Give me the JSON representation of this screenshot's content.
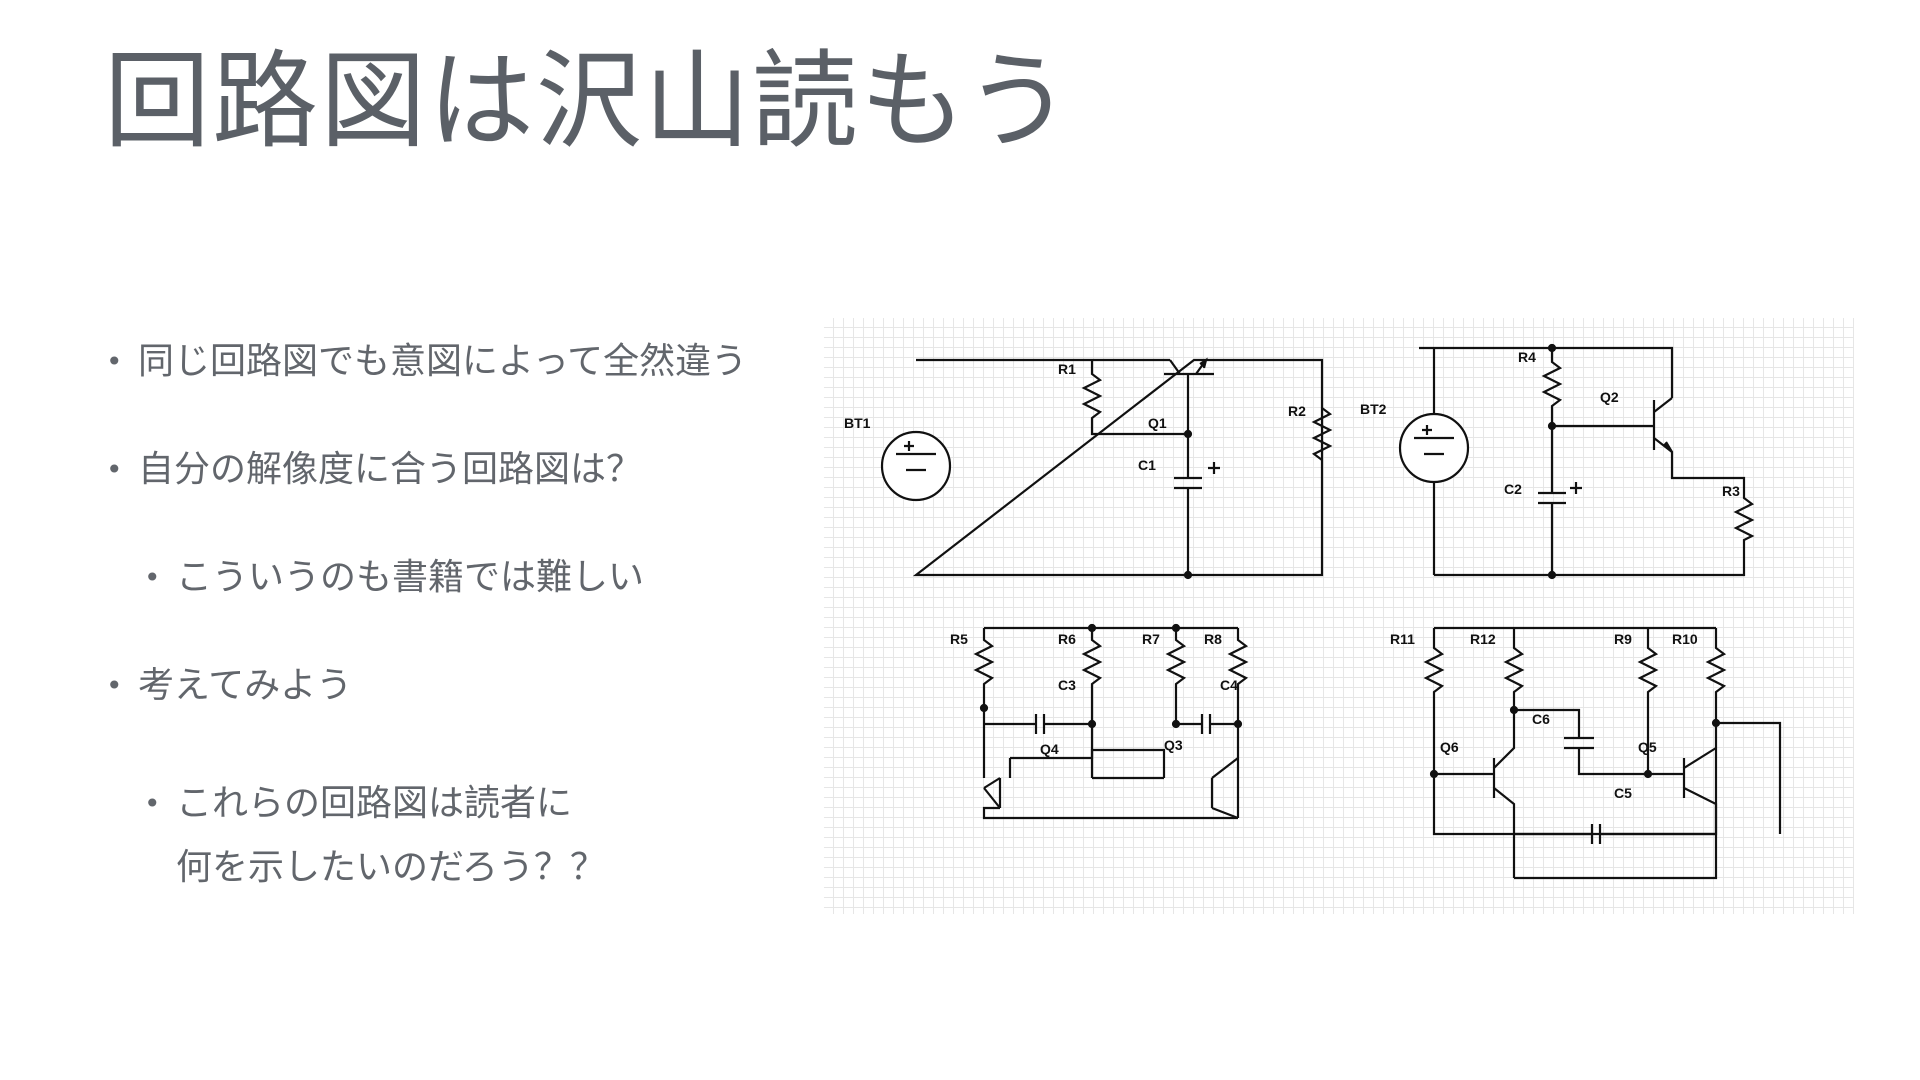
{
  "slide": {
    "title": "回路図は沢山読もう",
    "bullets": [
      {
        "text": "同じ回路図でも意図によって全然違う",
        "level": 1
      },
      {
        "text": "自分の解像度に合う回路図は？",
        "level": 1
      },
      {
        "text": "こういうのも書籍では難しい",
        "level": 2
      },
      {
        "text": "考えてみよう",
        "level": 1
      },
      {
        "text": "これらの回路図は読者に",
        "level": 2
      },
      {
        "text": "何を示したいのだろう？？",
        "level": 2
      }
    ],
    "bullet_marker": "•"
  },
  "diagram": {
    "labels": {
      "BT1": "BT1",
      "R1": "R1",
      "Q1": "Q1",
      "C1": "C1",
      "R2": "R2",
      "BT2": "BT2",
      "R4": "R4",
      "Q2": "Q2",
      "C2": "C2",
      "R3": "R3",
      "R5": "R5",
      "R6": "R6",
      "R7": "R7",
      "R8": "R8",
      "C3": "C3",
      "C4": "C4",
      "Q4": "Q4",
      "Q3": "Q3",
      "R11": "R11",
      "R12": "R12",
      "R9": "R9",
      "R10": "R10",
      "C6": "C6",
      "Q6": "Q6",
      "Q5": "Q5",
      "C5": "C5"
    },
    "plus": "+"
  }
}
